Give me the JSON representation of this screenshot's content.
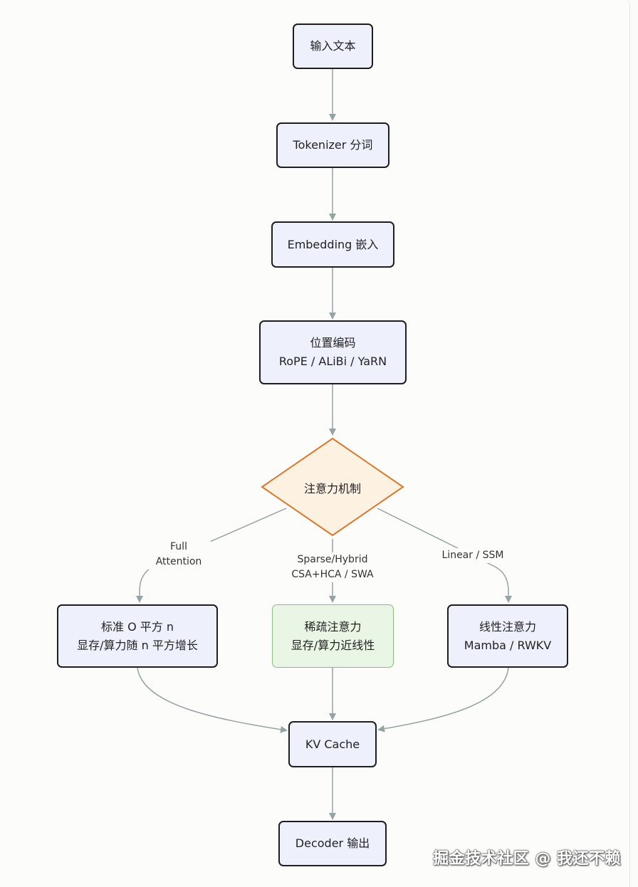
{
  "nodes": {
    "input": "输入文本",
    "tokenizer": "Tokenizer 分词",
    "embedding": "Embedding 嵌入",
    "position": {
      "line1": "位置编码",
      "line2": "RoPE / ALiBi / YaRN"
    },
    "attention": "注意力机制",
    "full": {
      "line1": "标准 O 平方 n",
      "line2": "显存/算力随 n 平方增长"
    },
    "sparse": {
      "line1": "稀疏注意力",
      "line2": "显存/算力近线性"
    },
    "linear": {
      "line1": "线性注意力",
      "line2": "Mamba / RWKV"
    },
    "kvcache": "KV Cache",
    "decoder": "Decoder 输出"
  },
  "edges": {
    "full_label": {
      "line1": "Full",
      "line2": "Attention"
    },
    "sparse_label": {
      "line1": "Sparse/Hybrid",
      "line2": "CSA+HCA / SWA"
    },
    "linear_label": "Linear / SSM"
  },
  "watermark": "掘金技术社区 @ 我还不赖",
  "colors": {
    "node_fill": "#eef0fb",
    "node_border": "#1e1e1e",
    "green_fill": "#e9f6e5",
    "green_border": "#86c07a",
    "diamond_fill": "#fdf1e2",
    "diamond_border": "#d9782e",
    "edge": "#94a3a3"
  }
}
